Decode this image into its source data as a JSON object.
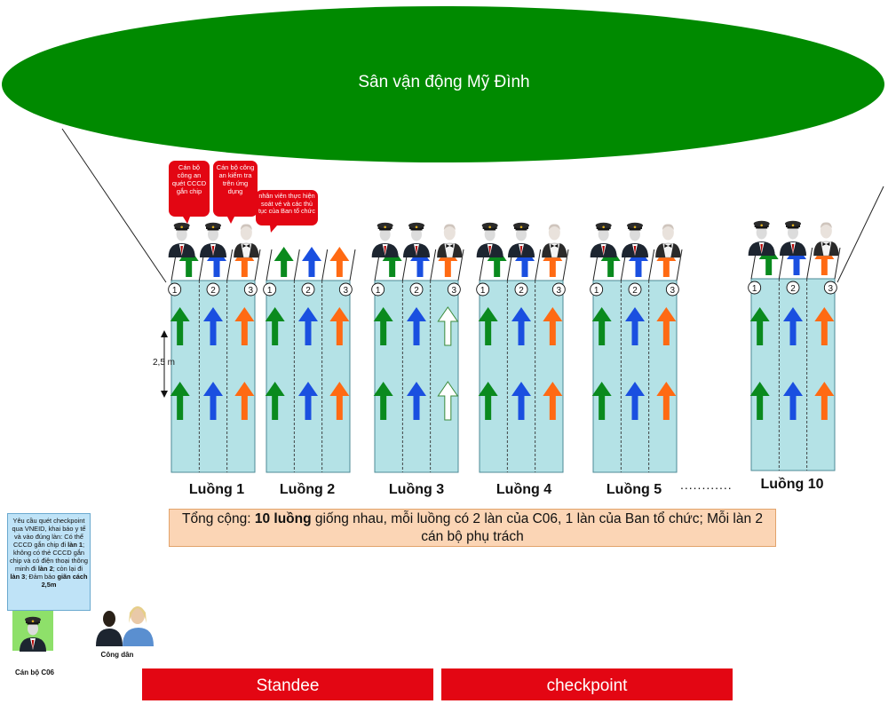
{
  "stadium": {
    "label": "Sân vận động Mỹ Đình",
    "color": "#008a00"
  },
  "lane_labels": [
    "Luồng 1",
    "Luồng 2",
    "Luồng 3",
    "Luồng 4",
    "Luồng 5",
    "Luồng 10"
  ],
  "ellipsis": "............",
  "lane_numbers": [
    "1",
    "2",
    "3"
  ],
  "dimension_label": "2,5 m",
  "summary": {
    "prefix": "Tổng cộng: ",
    "bold": "10 luồng",
    "rest": " giống nhau, mỗi luồng có 2 làn của C06, 1 làn của Ban tổ chức; Mỗi làn 2 cán bộ phụ trách"
  },
  "callouts": {
    "c1": "Cán bộ công an quét CCCD gắn chip",
    "c2": "Cán bộ công an kiểm tra trên ứng dụng",
    "c3": "nhân viên thực hiện soát vé và các thủ tục của Ban tổ chức"
  },
  "instruction": {
    "p1": "Yêu cầu quét checkpoint qua VNEID, khai báo y tế và vào đúng làn: Có thể CCCD gắn chip đi ",
    "b1": "làn 1",
    "p2": "; không có thẻ CCCD gắn chip và có điện thoại thông minh đi ",
    "b2": "làn 2",
    "p3": "; còn lại đi ",
    "b3": "làn 3",
    "p4": "; Đảm bảo ",
    "b4": "giãn cách 2,5m"
  },
  "officer_label": "Cán bộ C06",
  "citizen_label": "Công dân",
  "bottom": {
    "standee": "Standee",
    "checkpoint": "checkpoint"
  },
  "colors": {
    "lane1": "#0a8a1e",
    "lane2": "#1a4fe0",
    "lane3": "#ff6a13",
    "box": "#b4e2e6",
    "red": "#e30613"
  }
}
